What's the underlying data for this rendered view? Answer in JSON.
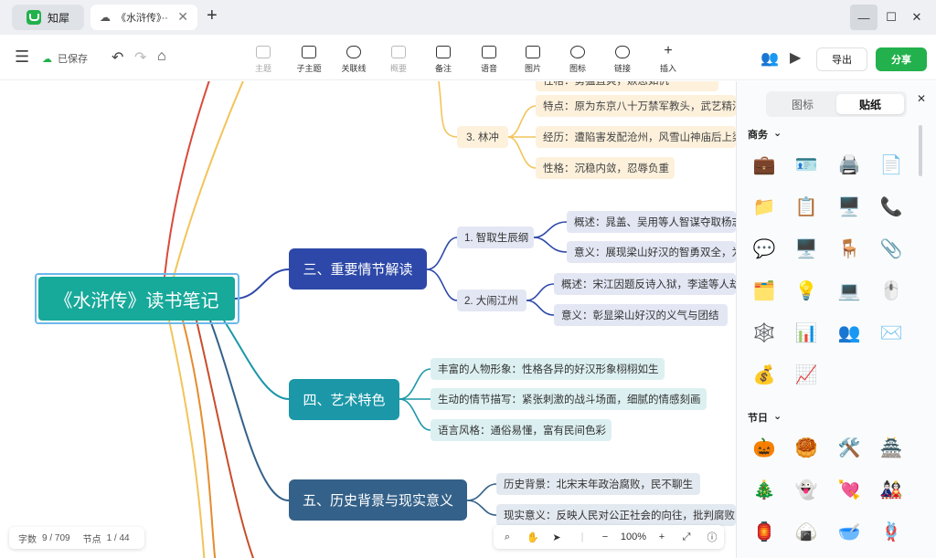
{
  "titlebar": {
    "app_name": "知犀",
    "doc_tab": "《水浒传》··",
    "new_tab": "+",
    "min": "—",
    "max": "☐",
    "close": "✕"
  },
  "toolbar": {
    "saved": "已保存",
    "tools": [
      "主题",
      "子主题",
      "关联线",
      "概要",
      "备注",
      "语音",
      "图片",
      "图标",
      "链接",
      "插入"
    ],
    "export": "导出",
    "share": "分享"
  },
  "mindmap": {
    "root": "《水浒传》读书笔记",
    "top_fragment": "性格：勇猛直爽，嫉恶如仇",
    "branch_linchong": {
      "label": "3. 林冲",
      "items": [
        "特点：原为东京八十万禁军教头，武艺精湛",
        "经历：遭陷害发配沧州，风雪山神庙后上梁山",
        "性格：沉稳内敛，忍辱负重"
      ]
    },
    "branch3": {
      "label": "三、重要情节解读",
      "sub1": {
        "label": "1. 智取生辰纲",
        "items": [
          "概述：晁盖、吴用等人智谋夺取杨志押送的生辰纲",
          "意义：展现梁山好汉的智勇双全，为聚义埋下伏笔"
        ]
      },
      "sub2": {
        "label": "2. 大闹江州",
        "items": [
          "概述：宋江因题反诗入狱，李逵等人劫法场",
          "意义：彰显梁山好汉的义气与团结"
        ]
      }
    },
    "branch4": {
      "label": "四、艺术特色",
      "items": [
        "丰富的人物形象：性格各异的好汉形象栩栩如生",
        "生动的情节描写：紧张刺激的战斗场面，细腻的情感刻画",
        "语言风格：通俗易懂，富有民间色彩"
      ]
    },
    "branch5": {
      "label": "五、历史背景与现实意义",
      "items": [
        "历史背景：北宋末年政治腐败，民不聊生",
        "现实意义：反映人民对公正社会的向往，批判腐败"
      ]
    }
  },
  "status": {
    "word_label": "字数",
    "word_value": "9 / 709",
    "node_label": "节点",
    "node_value": "1 / 44",
    "zoom": "100%"
  },
  "panel": {
    "tabs": [
      "图标",
      "贴纸"
    ],
    "section1": "商务",
    "section2": "节日",
    "business_stickers": [
      "💼",
      "🪪",
      "🖨️",
      "📄",
      "📁",
      "📋",
      "🖥️",
      "📞",
      "💬",
      "🖥️",
      "🪑",
      "📎",
      "🗂️",
      "💡",
      "💻",
      "🖱️",
      "🕸️",
      "📊",
      "👥",
      "✉️",
      "💰",
      "📈"
    ],
    "holiday_stickers": [
      "🎃",
      "🥮",
      "🛠️",
      "🏯",
      "🎄",
      "👻",
      "💘",
      "🎎",
      "🏮",
      "🍙",
      "🥣",
      "🪢"
    ]
  },
  "colors": {
    "root": "#17a99a",
    "branch3": "#2d48a8",
    "branch4": "#1b97a8",
    "branch5": "#346189",
    "accent": "#22b14c"
  }
}
